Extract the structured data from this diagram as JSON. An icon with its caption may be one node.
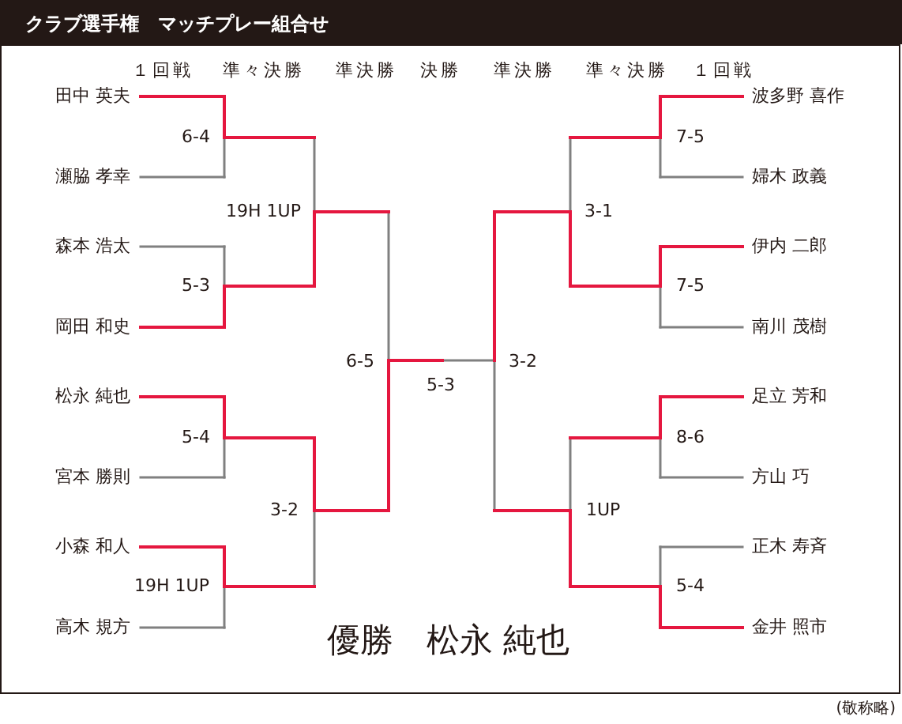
{
  "diagram": {
    "title": "クラブ選手権　マッチプレー組合せ",
    "caption": "(敬称略)",
    "labels": [
      "１回戦",
      "準々決勝",
      "準決勝",
      "決勝",
      "準決勝",
      "準々決勝",
      "１回戦",
      "田中 英夫",
      "波多野 喜作",
      "6-4",
      "7-5",
      "瀬脇 孝幸",
      "婦木 政義",
      "19H 1UP",
      "3-1",
      "森本 浩太",
      "伊内 二郎",
      "5-3",
      "7-5",
      "岡田 和史",
      "南川 茂樹",
      "6-5",
      "3-2",
      "5-3",
      "松永 純也",
      "足立 芳和",
      "5-4",
      "8-6",
      "宮本 勝則",
      "方山 巧",
      "3-2",
      "1UP",
      "小森 和人",
      "正木 寿斉",
      "19H 1UP",
      "5-4",
      "高木 規方",
      "金井 照市",
      "優勝　松永 純也"
    ]
  }
}
